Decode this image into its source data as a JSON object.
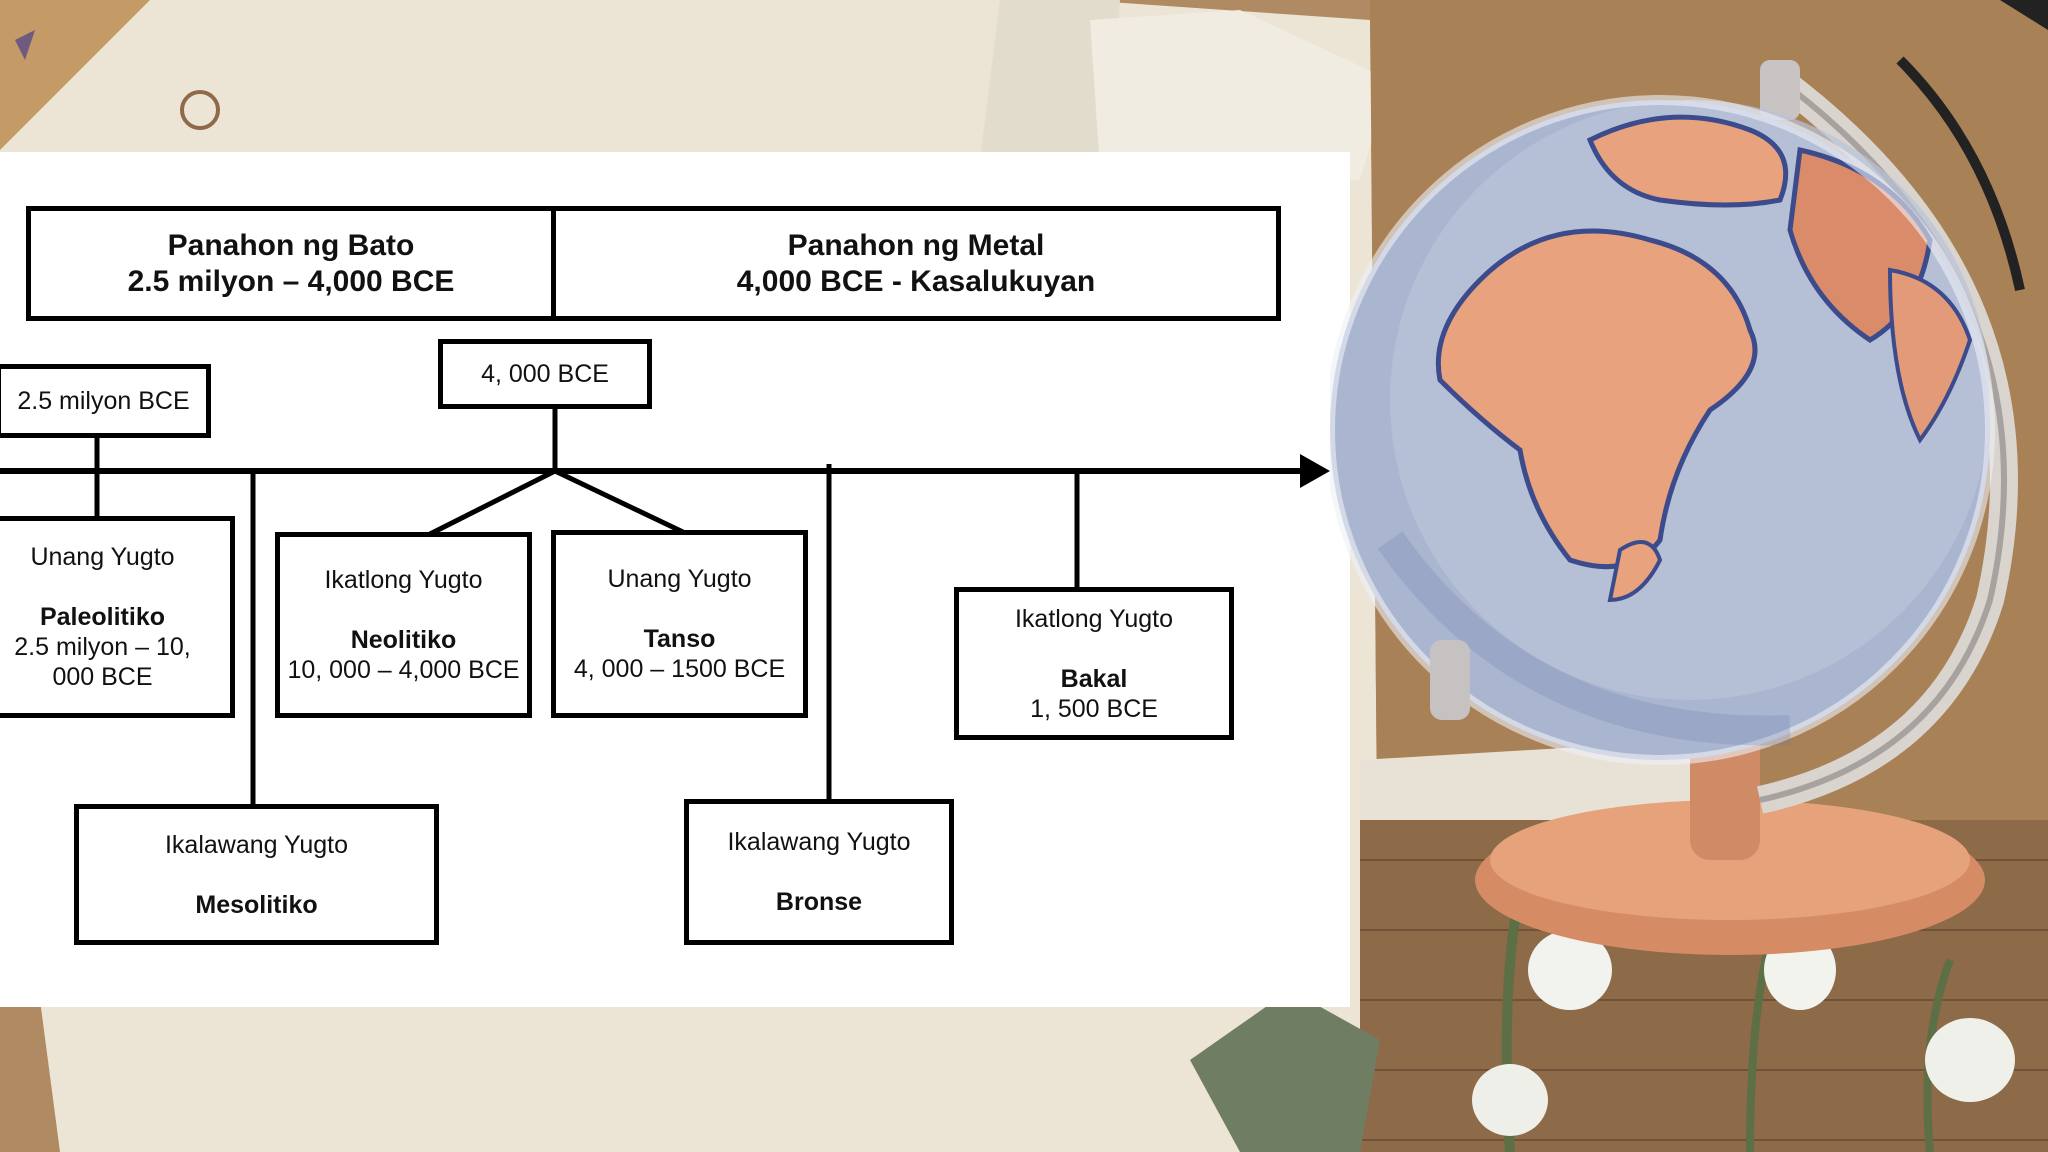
{
  "eras": [
    {
      "title": "Panahon ng Bato",
      "range": "2.5 milyon – 4,000 BCE"
    },
    {
      "title": "Panahon ng Metal",
      "range": "4,000 BCE - Kasalukuyan"
    }
  ],
  "date_markers": [
    "2.5 milyon BCE",
    "4, 000 BCE"
  ],
  "periods": [
    {
      "stage": "Unang Yugto",
      "name": "Paleolitiko",
      "range": "2.5 milyon – 10, 000 BCE"
    },
    {
      "stage": "Ikalawang Yugto",
      "name": "Mesolitiko",
      "range": ""
    },
    {
      "stage": "Ikatlong Yugto",
      "name": "Neolitiko",
      "range": "10, 000 – 4,000 BCE"
    },
    {
      "stage": "Unang Yugto",
      "name": "Tanso",
      "range": "4, 000 – 1500 BCE"
    },
    {
      "stage": "Ikalawang Yugto",
      "name": "Bronse",
      "range": ""
    },
    {
      "stage": "Ikatlong Yugto",
      "name": "Bakal",
      "range": "1, 500 BCE"
    }
  ],
  "colors": {
    "line": "#000000",
    "paper": "#ece5d6",
    "kraft": "#b08a62",
    "globe_land": "#e8a27e",
    "globe_water": "#aab6d0"
  }
}
